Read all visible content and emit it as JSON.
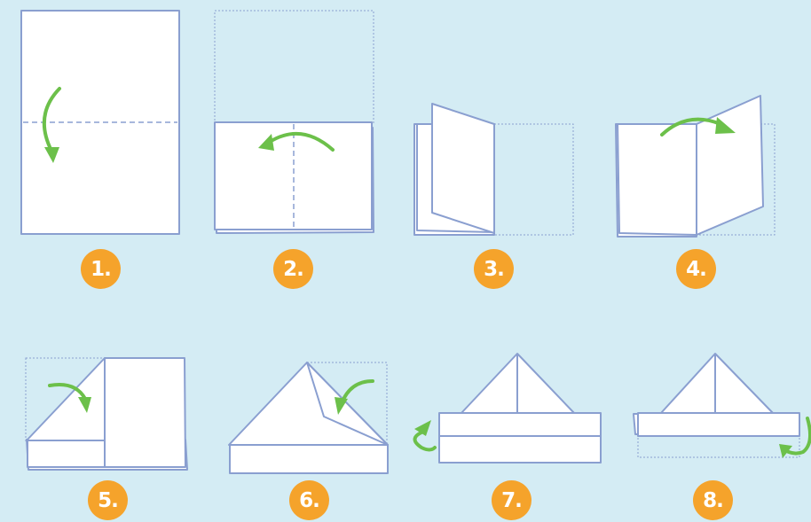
{
  "colors": {
    "background": "#d4ecf4",
    "paper": "#ffffff",
    "paper_outline": "#8a9fd0",
    "arrow": "#6cc04a",
    "badge_fill": "#f5a32b",
    "badge_text": "#ffffff"
  },
  "steps": [
    {
      "label": "1."
    },
    {
      "label": "2."
    },
    {
      "label": "3."
    },
    {
      "label": "4."
    },
    {
      "label": "5."
    },
    {
      "label": "6."
    },
    {
      "label": "7."
    },
    {
      "label": "8."
    }
  ]
}
